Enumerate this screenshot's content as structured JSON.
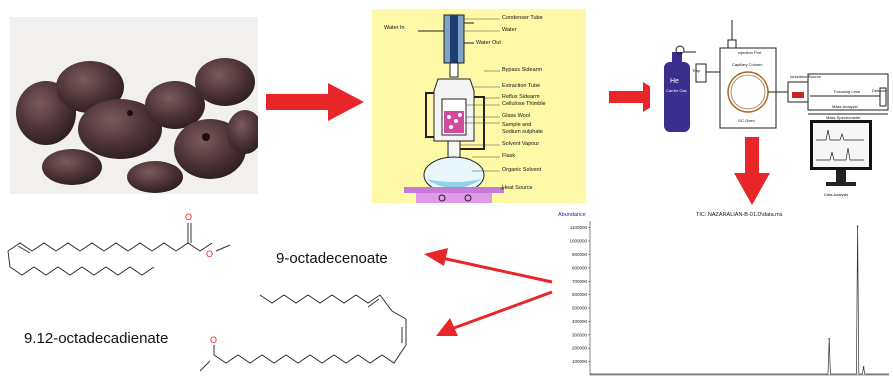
{
  "soxhlet": {
    "water_in": "Water In",
    "labels": [
      "Condenser Tube",
      "Water",
      "Water Out",
      "Bypass Sidearm",
      "Extraction Tube",
      "Reflux Sidearm",
      "Cellulose Thimble",
      "Glass Wool",
      "Sample and",
      "Sodium sulphate",
      "Solvent Vapour",
      "Flask",
      "Organic Solvent",
      "Heat Source"
    ]
  },
  "gcms": {
    "he_label": "He",
    "carrier_gas": "Carrier Gas",
    "trap": "Trap",
    "injection_port": "Injection Port",
    "capillary_column": "Capillary Column",
    "gc_oven": "GC Oven",
    "ionization_source": "Ionization Source",
    "focusing_lens": "Focusing Lens",
    "mass_analyzer": "Mass Analyzer",
    "detector": "Detector",
    "mass_spectrometer": "Mass Spectrometer",
    "data_analysis": "Data Analysis"
  },
  "labels": {
    "compound1": "9-octadecenoate",
    "compound2": "9.12-octadecadienate"
  },
  "chart_data": {
    "type": "line",
    "title": "TIC: NAZARALIAN-B-01.D\\data.ms",
    "ylabel": "Abundance",
    "y_ticks": [
      "1100000",
      "1000000",
      "900000",
      "800000",
      "700000",
      "600000",
      "500000",
      "400000",
      "300000",
      "200000",
      "100000"
    ],
    "ylim": [
      0,
      1150000
    ],
    "xlim": [
      0,
      1
    ],
    "peaks": [
      {
        "x": 0.8,
        "y": 270000
      },
      {
        "x": 0.895,
        "y": 1110000
      },
      {
        "x": 0.915,
        "y": 60000
      }
    ],
    "grid": false
  }
}
